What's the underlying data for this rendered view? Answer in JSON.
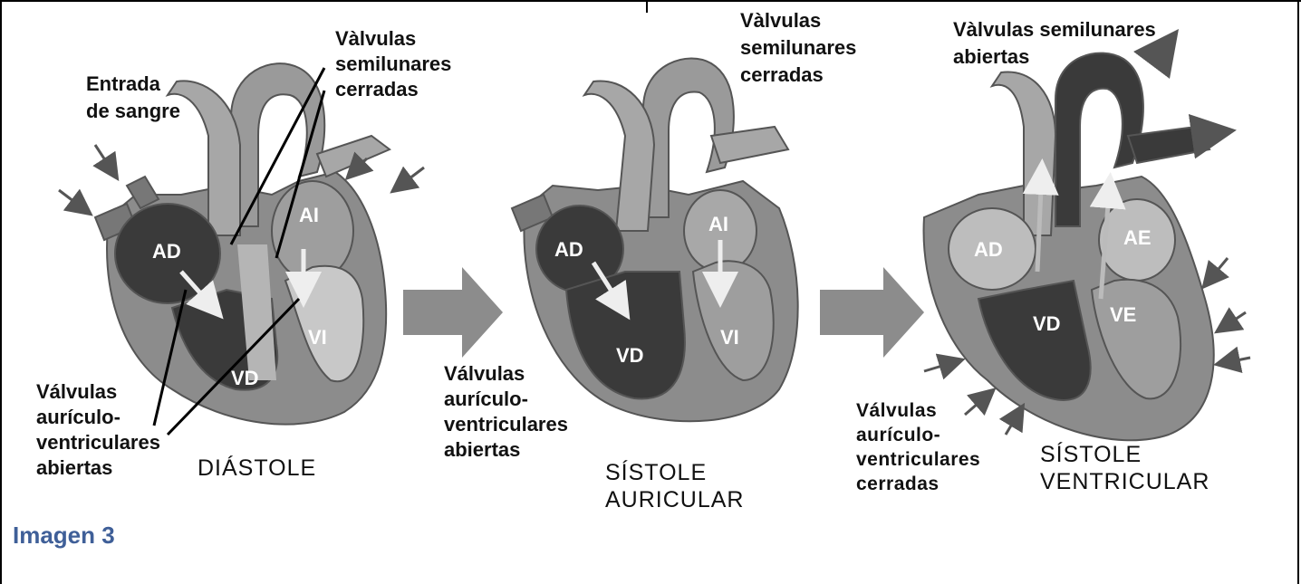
{
  "caption": "Imagen 3",
  "colors": {
    "caption": "#3f5f98",
    "heart_dark": "#3a3a3a",
    "heart_mid": "#8c8c8c",
    "heart_light": "#bdbdbd"
  },
  "panels": [
    {
      "phase_lines": [
        "DIÁSTOLE"
      ],
      "chambers": [
        "AD",
        "AI",
        "VD",
        "VI"
      ],
      "labels": [
        {
          "lines": [
            "Entrada",
            "de sangre"
          ]
        },
        {
          "lines": [
            "Vàlvulas",
            "semilunares",
            "cerradas"
          ]
        },
        {
          "lines": [
            "Válvulas",
            "aurículo-",
            "ventriculares",
            "abiertas"
          ]
        }
      ]
    },
    {
      "phase_lines": [
        "SÍSTOLE",
        "AURICULAR"
      ],
      "chambers": [
        "AD",
        "AI",
        "VD",
        "VI"
      ],
      "labels": [
        {
          "lines": [
            "Vàlvulas",
            "semilunares",
            "cerradas"
          ]
        },
        {
          "lines": [
            "Válvulas",
            "aurículo-",
            "ventriculares",
            "abiertas"
          ]
        }
      ]
    },
    {
      "phase_lines": [
        "SÍSTOLE",
        "VENTRICULAR"
      ],
      "chambers": [
        "AD",
        "AE",
        "VD",
        "VE"
      ],
      "labels": [
        {
          "lines": [
            "Vàlvulas semilunares",
            "abiertas"
          ]
        },
        {
          "lines": [
            "Válvulas",
            "aurículo-",
            "ventriculares",
            "cerradas"
          ]
        }
      ]
    }
  ]
}
